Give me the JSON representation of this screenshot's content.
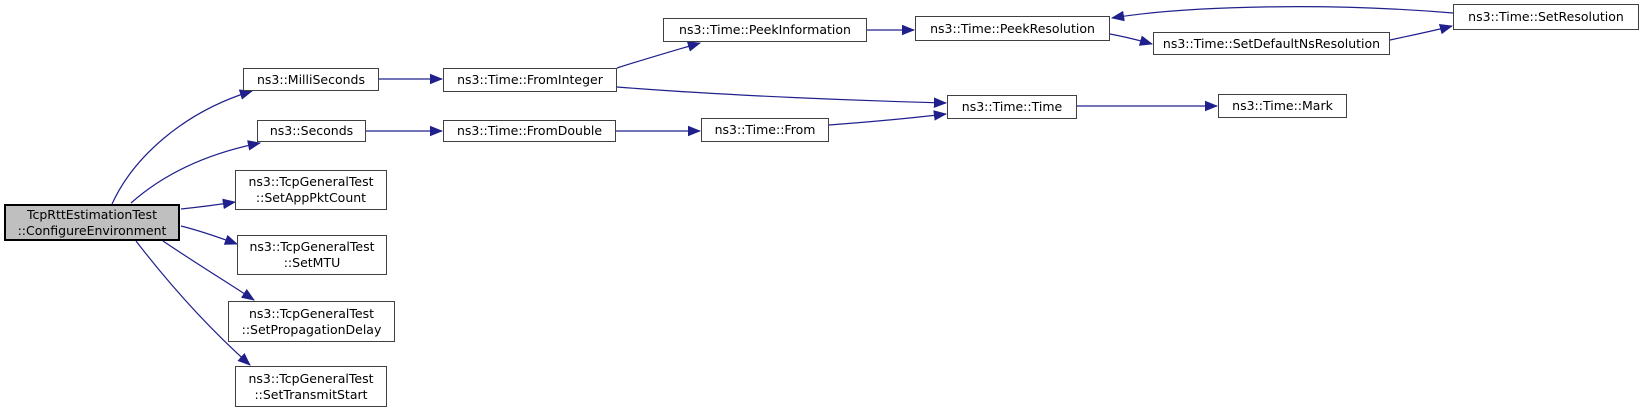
{
  "diagram": {
    "type": "doxygen-call-graph",
    "colors": {
      "edge": "#20208d",
      "node_fill": "#ffffff",
      "node_border": "#404040",
      "root_fill": "#bfbfbf",
      "root_border": "#000000",
      "text": "#000000",
      "background": "#ffffff"
    },
    "nodes": {
      "configureEnvironment": {
        "label": "TcpRttEstimationTest\n::ConfigureEnvironment"
      },
      "milliSeconds": {
        "label": "ns3::MilliSeconds"
      },
      "seconds": {
        "label": "ns3::Seconds"
      },
      "fromInteger": {
        "label": "ns3::Time::FromInteger"
      },
      "fromDouble": {
        "label": "ns3::Time::FromDouble"
      },
      "peekInformation": {
        "label": "ns3::Time::PeekInformation"
      },
      "peekResolution": {
        "label": "ns3::Time::PeekResolution"
      },
      "setDefaultNsResolution": {
        "label": "ns3::Time::SetDefaultNsResolution"
      },
      "setResolution": {
        "label": "ns3::Time::SetResolution"
      },
      "timeTime": {
        "label": "ns3::Time::Time"
      },
      "timeFrom": {
        "label": "ns3::Time::From"
      },
      "timeMark": {
        "label": "ns3::Time::Mark"
      },
      "setAppPktCount": {
        "label": "ns3::TcpGeneralTest\n::SetAppPktCount"
      },
      "setMTU": {
        "label": "ns3::TcpGeneralTest\n::SetMTU"
      },
      "setPropagationDelay": {
        "label": "ns3::TcpGeneralTest\n::SetPropagationDelay"
      },
      "setTransmitStart": {
        "label": "ns3::TcpGeneralTest\n::SetTransmitStart"
      }
    },
    "edges": [
      {
        "from": "configureEnvironment",
        "to": "milliSeconds"
      },
      {
        "from": "configureEnvironment",
        "to": "seconds"
      },
      {
        "from": "configureEnvironment",
        "to": "setAppPktCount"
      },
      {
        "from": "configureEnvironment",
        "to": "setMTU"
      },
      {
        "from": "configureEnvironment",
        "to": "setPropagationDelay"
      },
      {
        "from": "configureEnvironment",
        "to": "setTransmitStart"
      },
      {
        "from": "milliSeconds",
        "to": "fromInteger"
      },
      {
        "from": "seconds",
        "to": "fromDouble"
      },
      {
        "from": "fromInteger",
        "to": "peekInformation"
      },
      {
        "from": "fromInteger",
        "to": "timeTime"
      },
      {
        "from": "fromDouble",
        "to": "timeFrom"
      },
      {
        "from": "timeFrom",
        "to": "timeTime"
      },
      {
        "from": "timeTime",
        "to": "timeMark"
      },
      {
        "from": "peekInformation",
        "to": "peekResolution"
      },
      {
        "from": "peekResolution",
        "to": "setDefaultNsResolution"
      },
      {
        "from": "setDefaultNsResolution",
        "to": "setResolution"
      },
      {
        "from": "setResolution",
        "to": "peekResolution"
      }
    ]
  }
}
